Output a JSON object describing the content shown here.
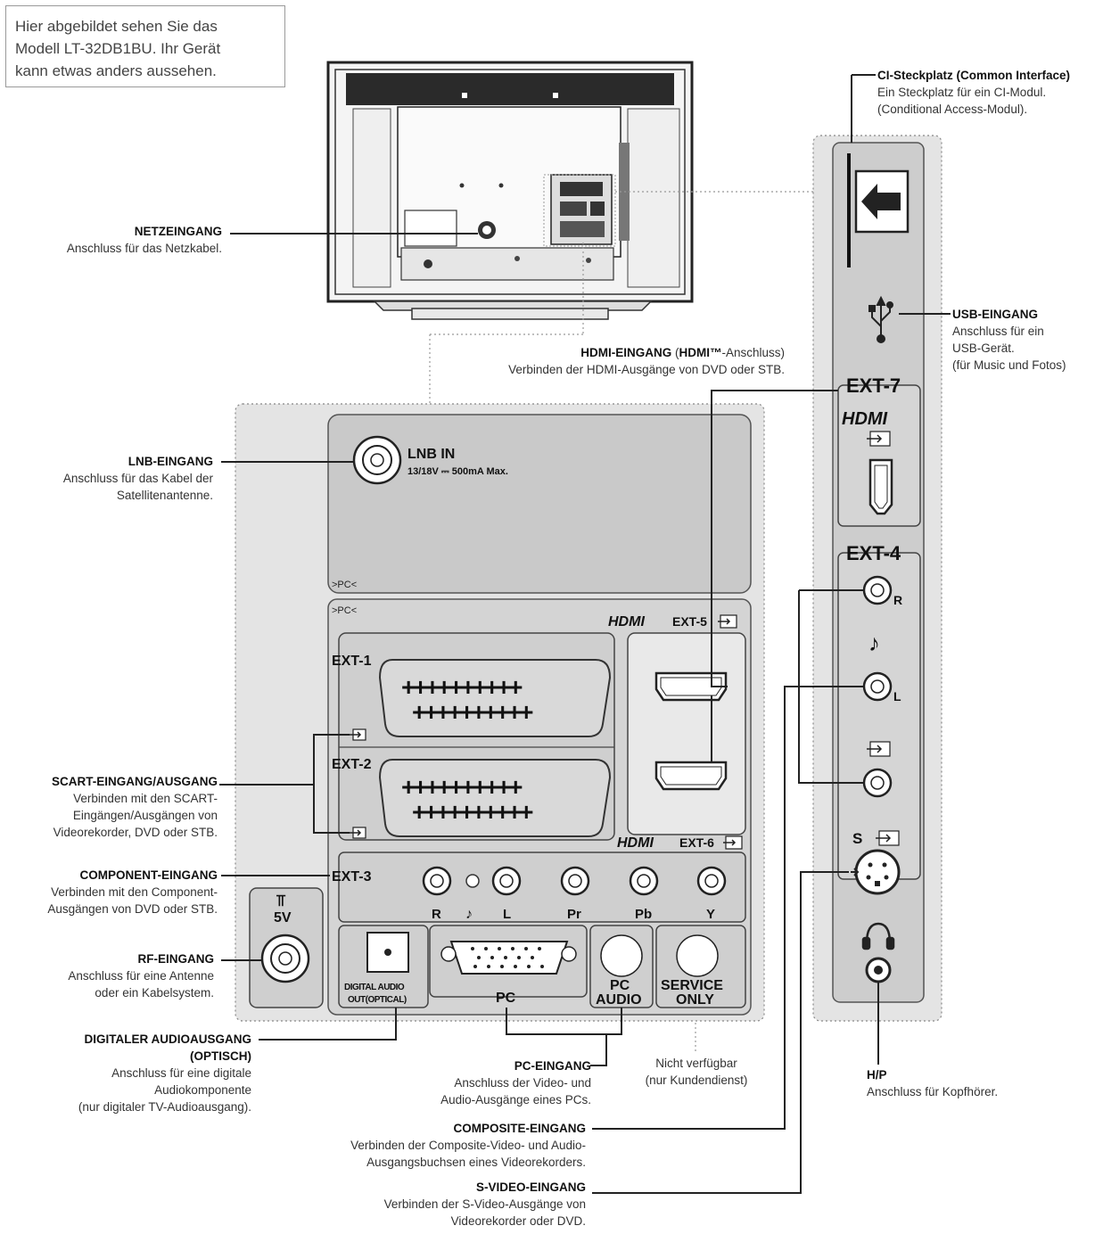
{
  "note": {
    "line1": "Hier abgebildet sehen Sie das",
    "line2": "Modell LT-32DB1BU. Ihr Gerät",
    "line3": "kann etwas anders aussehen."
  },
  "callouts": {
    "netzeingang": {
      "title": "NETZEINGANG",
      "desc1": "Anschluss für das Netzkabel."
    },
    "ci": {
      "title": "CI-Steckplatz (Common Interface)",
      "desc1": "Ein Steckplatz für ein CI-Modul.",
      "desc2": "(Conditional Access-Modul)."
    },
    "usb": {
      "title": "USB-EINGANG",
      "desc1": "Anschluss für ein",
      "desc2": "USB-Gerät.",
      "desc3": "(für Music und Fotos)"
    },
    "hdmi": {
      "title_bold": "HDMI-EINGANG",
      "title_mid": " (",
      "title_bold2": "HDMI™",
      "title_rest": "-Anschluss)",
      "desc1": "Verbinden der HDMI-Ausgänge von DVD oder STB."
    },
    "lnb": {
      "title": "LNB-EINGANG",
      "desc1": "Anschluss für das Kabel der",
      "desc2": "Satellitenantenne."
    },
    "scart": {
      "title": "SCART-EINGANG/AUSGANG",
      "desc1": "Verbinden mit den SCART-",
      "desc2": "Eingängen/Ausgängen von",
      "desc3": "Videorekorder, DVD oder STB."
    },
    "component": {
      "title": "COMPONENT-EINGANG",
      "desc1": "Verbinden mit den Component-",
      "desc2": "Ausgängen von DVD oder STB."
    },
    "rf": {
      "title": "RF-EINGANG",
      "desc1": "Anschluss für eine Antenne",
      "desc2": "oder ein Kabelsystem."
    },
    "digital": {
      "title1": "DIGITALER AUDIOAUSGANG",
      "title2": "(OPTISCH)",
      "desc1": "Anschluss für eine digitale",
      "desc2": "Audiokomponente",
      "desc3": "(nur digitaler TV-Audioausgang)."
    },
    "pc": {
      "title": "PC-EINGANG",
      "desc1": "Anschluss der Video- und",
      "desc2": "Audio-Ausgänge eines PCs."
    },
    "service": {
      "desc1": "Nicht verfügbar",
      "desc2": "(nur Kundendienst)"
    },
    "hp": {
      "title": "H/P",
      "desc1": "Anschluss für Kopfhörer."
    },
    "composite": {
      "title": "COMPOSITE-EINGANG",
      "desc1": "Verbinden der Composite-Video- und Audio-",
      "desc2": "Ausgangsbuchsen eines Videorekorders."
    },
    "svideo": {
      "title": "S-VIDEO-EINGANG",
      "desc1": "Verbinden der S-Video-Ausgänge von",
      "desc2": "Videorekorder oder DVD."
    }
  },
  "panel": {
    "lnb_in": "LNB IN",
    "lnb_spec": "13/18V ⎓ 500mA Max.",
    "pc_tag1": ">PC<",
    "pc_tag2": ">PC<",
    "hdmi_logo": "HDMI",
    "ext5": "EXT-5",
    "ext6": "EXT-6",
    "ext1": "EXT-1",
    "ext2": "EXT-2",
    "ext3": "EXT-3",
    "scart_pins": "++++++++++",
    "scart_pins2": "++++++++++",
    "comp_r": "R",
    "comp_l": "L",
    "comp_pr": "Pr",
    "comp_pb": "Pb",
    "comp_y": "Y",
    "rf_5v": "5V",
    "rf_sym": "⫪",
    "digital_audio1": "DIGITAL AUDIO",
    "digital_audio2": "OUT(OPTICAL)",
    "pc": "PC",
    "pc_audio1": "PC",
    "pc_audio2": "AUDIO",
    "service1": "SERVICE",
    "service2": "ONLY"
  },
  "side": {
    "ext7": "EXT-7",
    "ext4": "EXT-4",
    "hdmi_logo": "HDMI",
    "r": "R",
    "l": "L",
    "s": "S",
    "note": "♪"
  }
}
